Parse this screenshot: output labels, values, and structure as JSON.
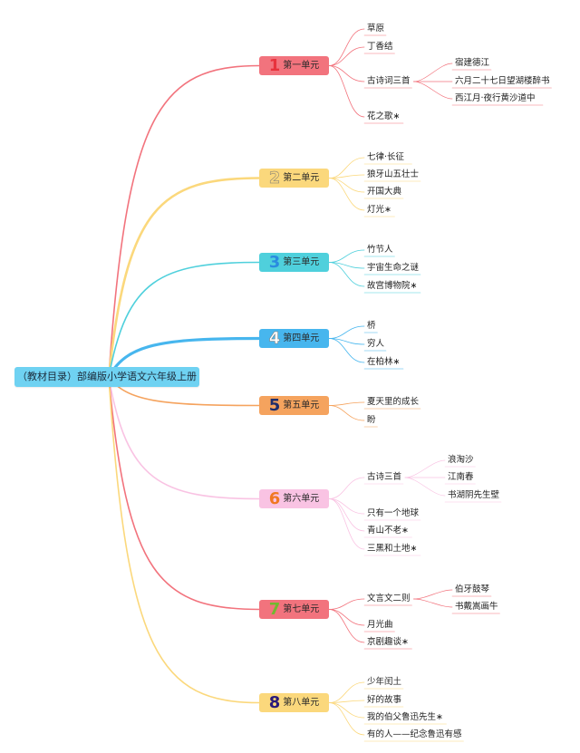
{
  "root": "（教材目录）部编版小学语文六年级上册",
  "units": [
    {
      "num": "1",
      "label": "第一单元",
      "color": "#f2737d",
      "num_color": "#e8323c",
      "items": [
        {
          "text": "草原"
        },
        {
          "text": "丁香结"
        },
        {
          "text": "古诗词三首",
          "children": [
            "宿建德江",
            "六月二十七日望湖楼醉书",
            "西江月·夜行黄沙道中"
          ]
        },
        {
          "text": "花之歌∗"
        }
      ]
    },
    {
      "num": "2",
      "label": "第二单元",
      "color": "#fbd87c",
      "num_color": "#fbd87c",
      "items": [
        {
          "text": "七律·长征"
        },
        {
          "text": "狼牙山五壮士"
        },
        {
          "text": "开国大典"
        },
        {
          "text": "灯光∗"
        }
      ]
    },
    {
      "num": "3",
      "label": "第三单元",
      "color": "#4fd0dc",
      "num_color": "#2a8be0",
      "items": [
        {
          "text": "竹节人"
        },
        {
          "text": "宇宙生命之谜"
        },
        {
          "text": "故宫博物院∗"
        }
      ]
    },
    {
      "num": "4",
      "label": "第四单元",
      "color": "#47b6ee",
      "num_color": "#ffffff",
      "items": [
        {
          "text": "桥"
        },
        {
          "text": "穷人"
        },
        {
          "text": "在柏林∗"
        }
      ]
    },
    {
      "num": "5",
      "label": "第五单元",
      "color": "#f5a35e",
      "num_color": "#1f2d6b",
      "items": [
        {
          "text": "夏天里的成长"
        },
        {
          "text": "盼"
        }
      ]
    },
    {
      "num": "6",
      "label": "第六单元",
      "color": "#f9c3e3",
      "num_color": "#f07822",
      "items": [
        {
          "text": "古诗三首",
          "children": [
            "浪淘沙",
            "江南春",
            "书湖阴先生壁"
          ]
        },
        {
          "text": "只有一个地球"
        },
        {
          "text": "青山不老∗"
        },
        {
          "text": "三黑和土地∗"
        }
      ]
    },
    {
      "num": "7",
      "label": "第七单元",
      "color": "#f2737d",
      "num_color": "#72b82f",
      "items": [
        {
          "text": "文言文二则",
          "children": [
            "伯牙鼓琴",
            "书戴嵩画牛"
          ]
        },
        {
          "text": "月光曲"
        },
        {
          "text": "京剧趣谈∗"
        }
      ]
    },
    {
      "num": "8",
      "label": "第八单元",
      "color": "#fbd87c",
      "num_color": "#2a1a7a",
      "items": [
        {
          "text": "少年闰土"
        },
        {
          "text": "好的故事"
        },
        {
          "text": "我的伯父鲁迅先生∗"
        },
        {
          "text": "有的人——纪念鲁迅有感"
        }
      ]
    }
  ]
}
